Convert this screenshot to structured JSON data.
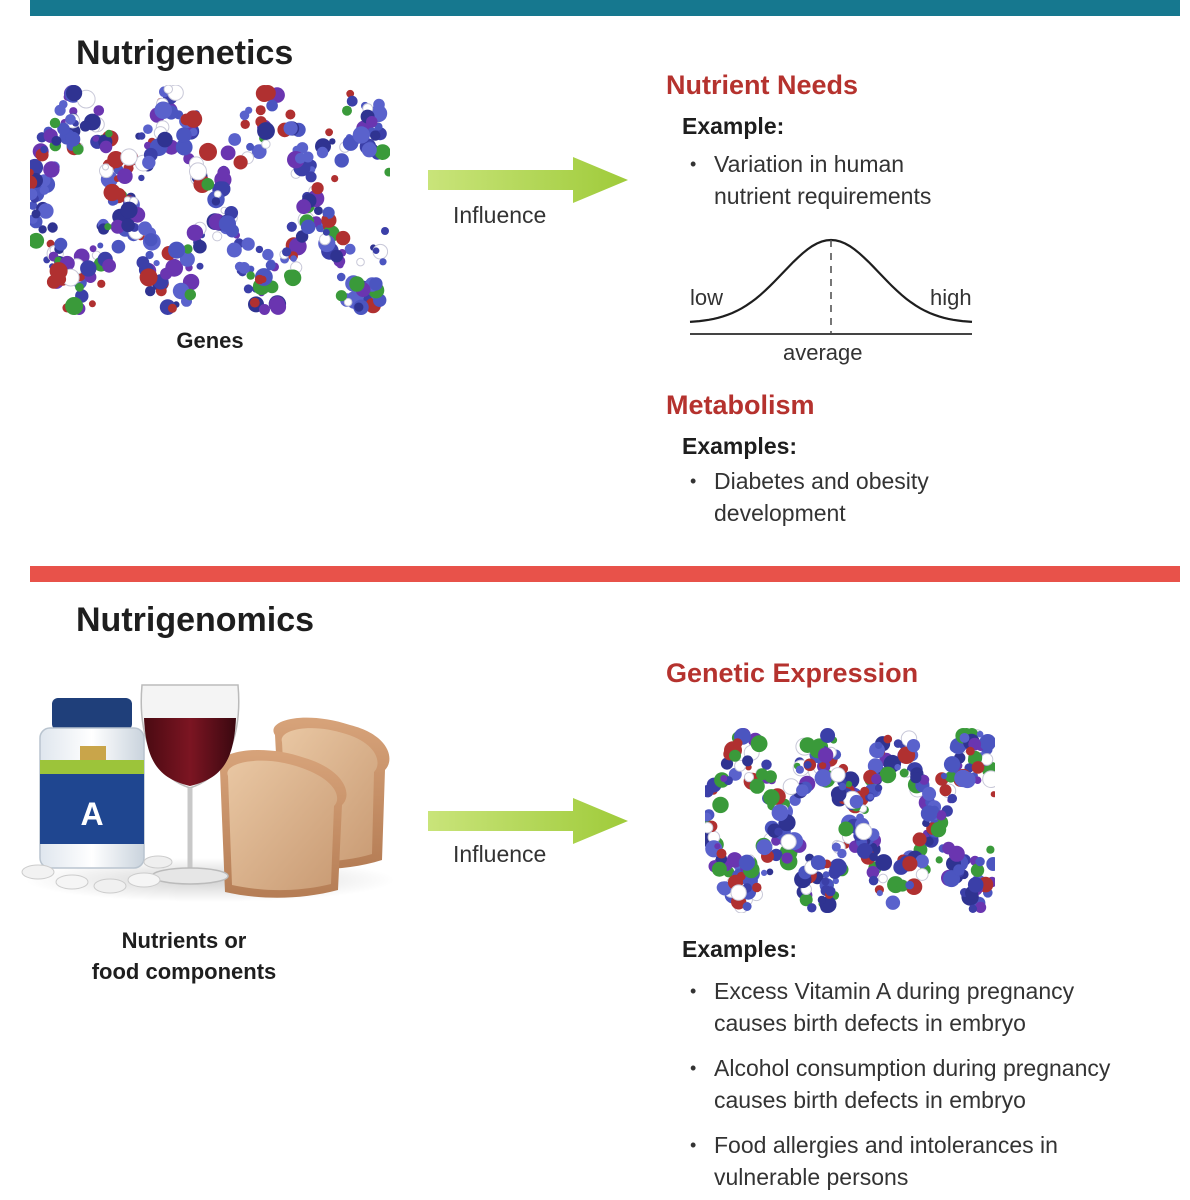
{
  "nutrigenetics": {
    "title": "Nutrigenetics",
    "genes_caption": "Genes",
    "arrow_label": "Influence",
    "nutrient_needs": {
      "heading": "Nutrient Needs",
      "example_label": "Example:",
      "bullet_line1": "Variation in human",
      "bullet_line2": "nutrient requirements"
    },
    "curve": {
      "low_label": "low",
      "high_label": "high",
      "average_label": "average"
    },
    "metabolism": {
      "heading": "Metabolism",
      "examples_label": "Examples:",
      "bullet_line1": "Diabetes and obesity",
      "bullet_line2": "development"
    }
  },
  "nutrigenomics": {
    "title": "Nutrigenomics",
    "food_caption_line1": "Nutrients or",
    "food_caption_line2": "food components",
    "arrow_label": "Influence",
    "bottle_letter": "A",
    "genetic_expression": {
      "heading": "Genetic Expression",
      "examples_label": "Examples:",
      "bullets": [
        {
          "line1": "Excess Vitamin A during pregnancy",
          "line2": "causes birth defects in embryo"
        },
        {
          "line1": "Alcohol consumption during pregnancy",
          "line2": "causes birth defects in embryo"
        },
        {
          "line1": "Food allergies and intolerances in",
          "line2": "vulnerable persons"
        }
      ]
    }
  },
  "colors": {
    "teal_bar": "#16788f",
    "red_bar": "#e8524a",
    "heading_red": "#b5322e",
    "arrow_green": "#a9d243"
  }
}
